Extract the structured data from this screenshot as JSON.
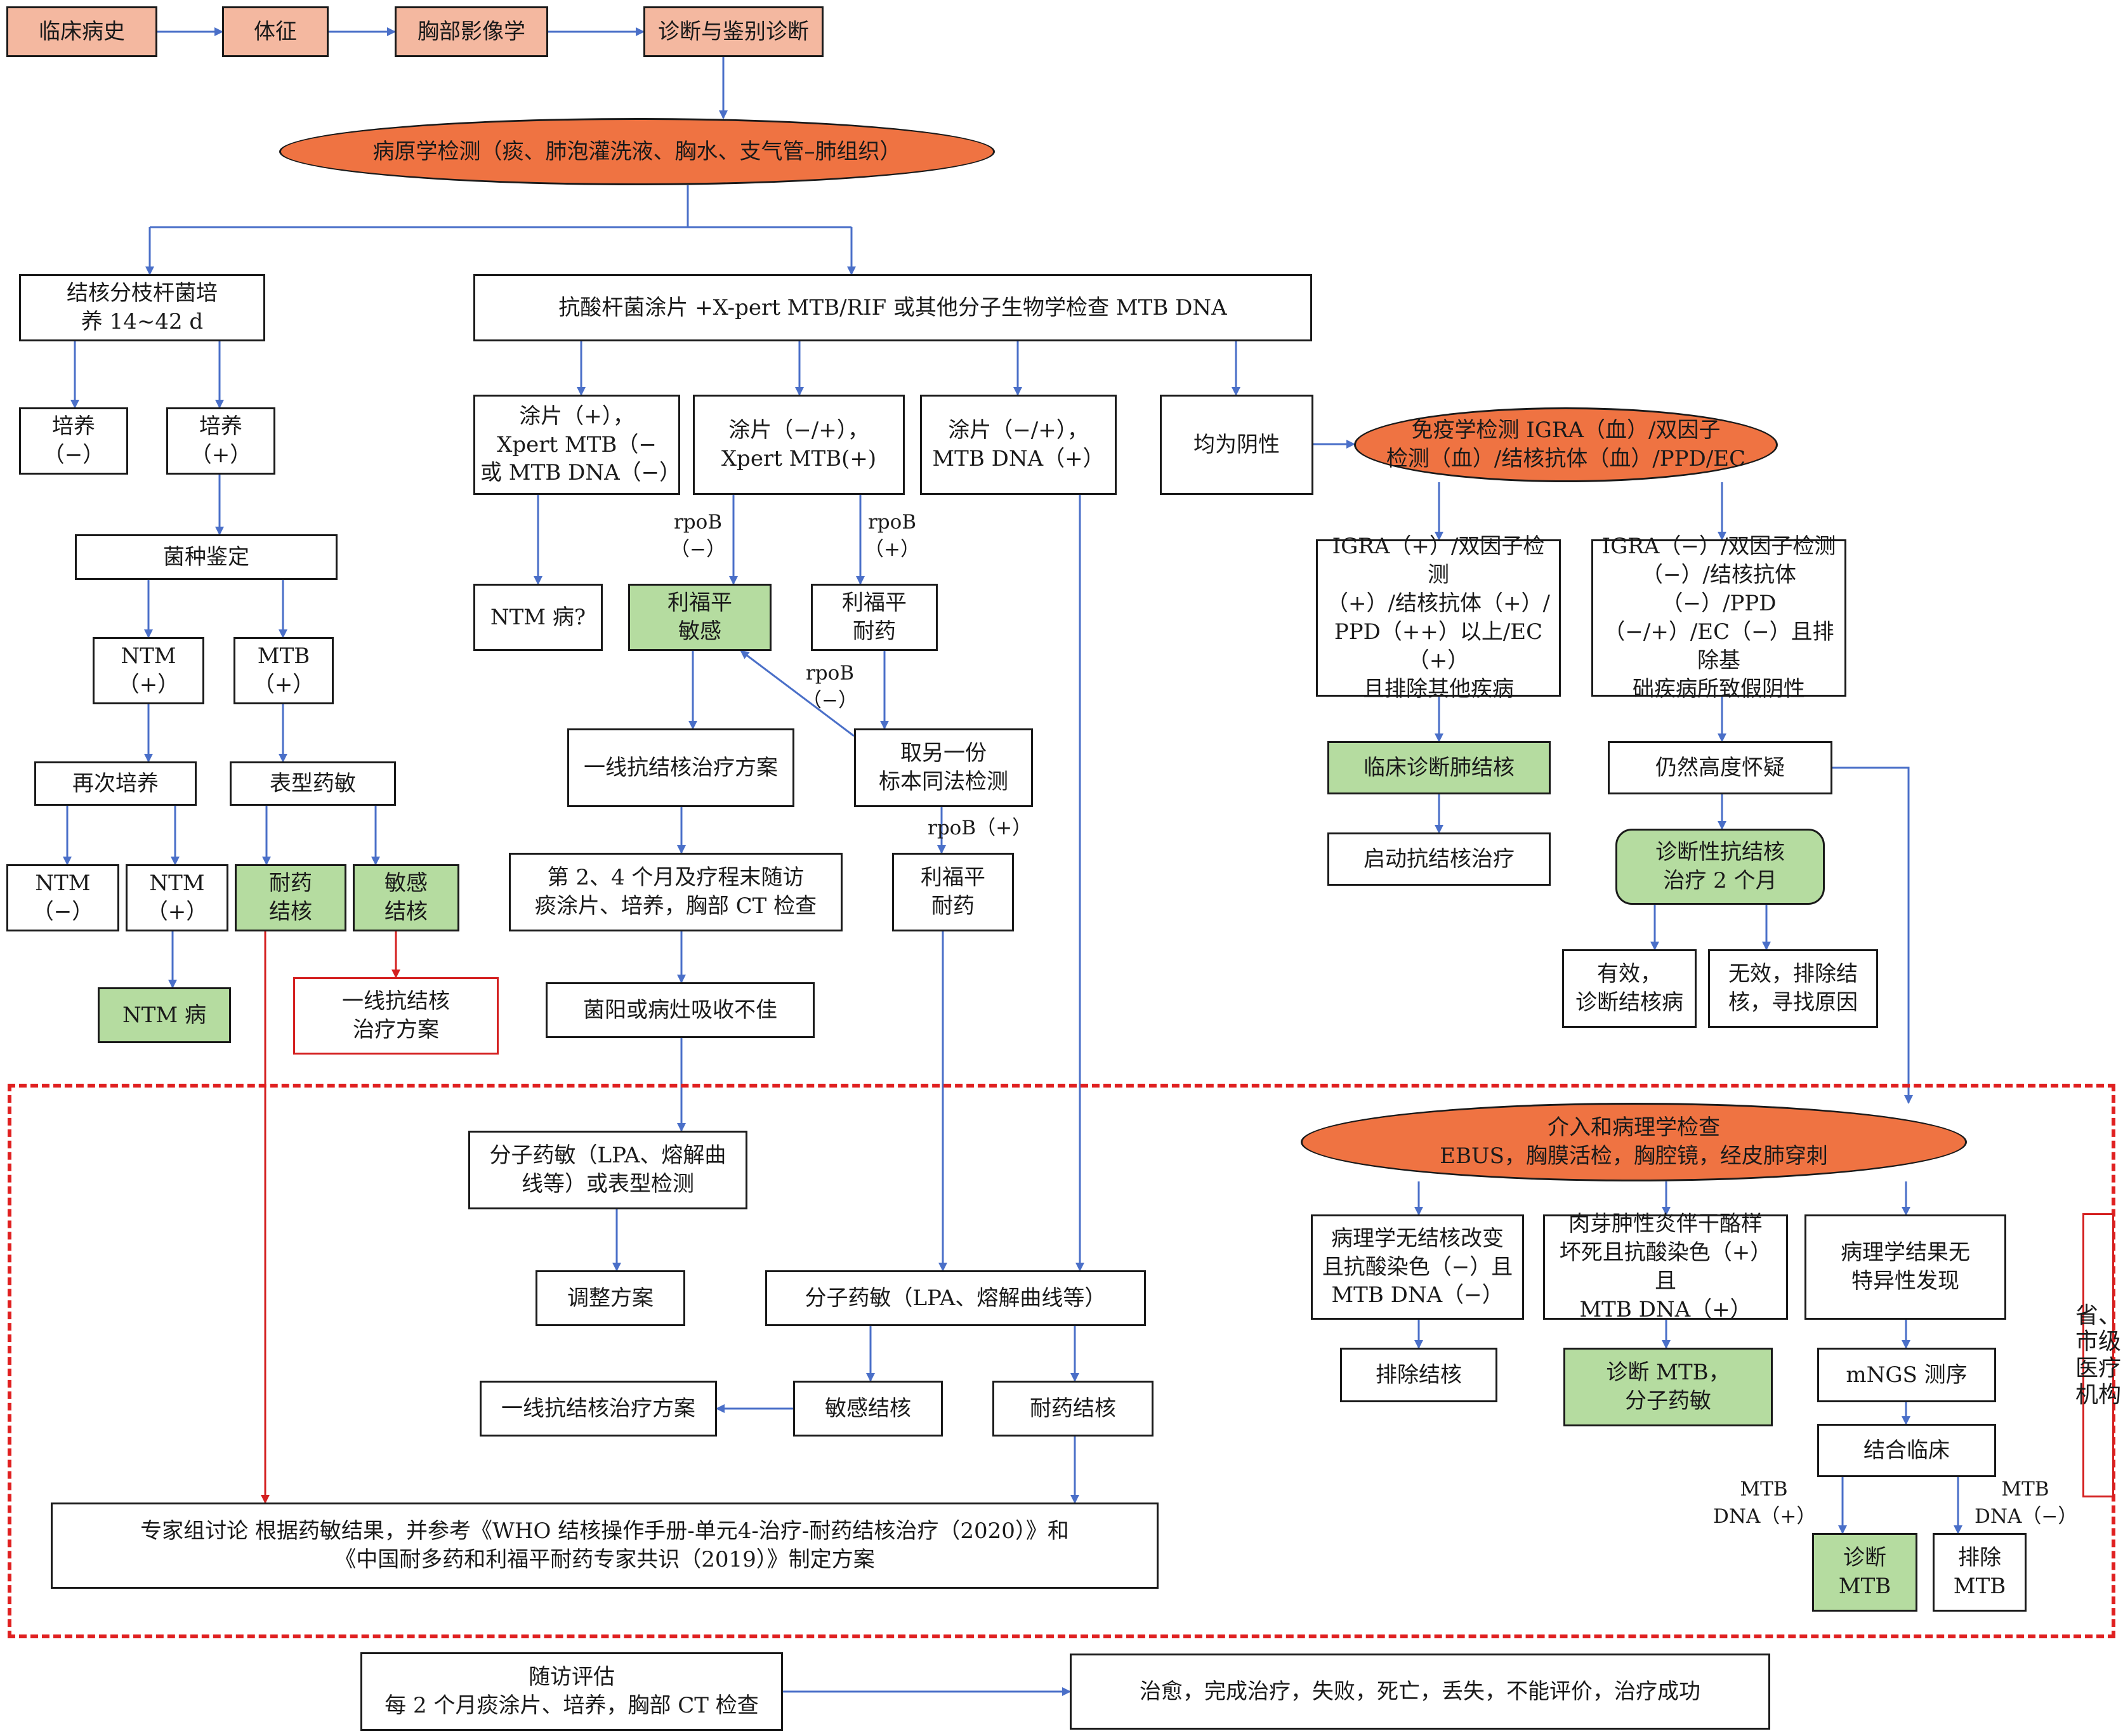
{
  "nodes": {
    "history": "临床病史",
    "signs": "体征",
    "imaging": "胸部影像学",
    "diagnosis": "诊断与鉴别诊断",
    "pathogen": "病原学检测（痰、肺泡灌洗液、胸水、支气管–肺组织）",
    "culture": "结核分枝杆菌培\n养 14~42 d",
    "smear": "抗酸杆菌涂片 +X-pert MTB/RIF 或其他分子生物学检查 MTB DNA",
    "culture_neg": "培养\n（−）",
    "culture_pos": "培养\n（+）",
    "species_id": "菌种鉴定",
    "ntm_pos": "NTM\n（+）",
    "mtb_pos": "MTB\n（+）",
    "reculture": "再次培养",
    "phenotype_dst": "表型药敏",
    "ntm_neg2": "NTM\n（−）",
    "ntm_pos2": "NTM\n（+）",
    "resistant_tb_left": "耐药\n结核",
    "sensitive_tb_left": "敏感\n结核",
    "ntm_disease": "NTM 病",
    "first_line_left": "一线抗结核\n治疗方案",
    "smear_pos": "涂片（+），\nXpert MTB（−\n或 MTB DNA（−）",
    "smear_xpert_pos": "涂片（−/+），\nXpert MTB(+)",
    "smear_dna_pos": "涂片（−/+），\nMTB DNA（+）",
    "all_negative": "均为阴性",
    "ntm_question": "NTM 病?",
    "rif_sensitive": "利福平\n敏感",
    "rif_resistant": "利福平\n耐药",
    "first_line_mid": "一线抗结核治疗方案",
    "retest": "取另一份\n标本同法检测",
    "followup_mid": "第 2、4 个月及疗程末随访\n痰涂片、培养，胸部 CT 检查",
    "rif_resistant2": "利福平\n耐药",
    "poor_response": "菌阳或病灶吸收不佳",
    "immuno": "免疫学检测 IGRA（血）/双因子\n检测（血）/结核抗体（血）/PPD/EC",
    "igra_pos": "IGRA（+）/双因子检测\n（+）/结核抗体（+）/\nPPD（++）以上/EC（+）\n且排除其他疾病",
    "igra_neg": "IGRA（−）/双因子检测\n（−）/结核抗体（−）/PPD\n（−/+）/EC（−）且排除基\n础疾病所致假阴性",
    "clinical_dx": "临床诊断肺结核",
    "start_tx": "启动抗结核治疗",
    "still_suspect": "仍然高度怀疑",
    "diag_tx": "诊断性抗结核\n治疗 2 个月",
    "effective": "有效，\n诊断结核病",
    "ineffective": "无效，排除结\n核，寻找原因",
    "interventional": "介入和病理学检查\nEBUS，胸膜活检，胸腔镜，经皮肺穿刺",
    "mol_dst": "分子药敏（LPA、熔解曲\n线等）或表型检测",
    "adjust": "调整方案",
    "mol_dst2": "分子药敏（LPA、熔解曲线等）",
    "first_line_low": "一线抗结核治疗方案",
    "sensitive_tb": "敏感结核",
    "resistant_tb": "耐药结核",
    "expert": "专家组讨论    根据药敏结果，并参考《WHO 结核操作手册-单元4-治疗-耐药结核治疗（2020）》和\n《中国耐多药和利福平耐药专家共识（2019）》制定方案",
    "path_no_tb": "病理学无结核改变\n且抗酸染色（−）且\nMTB DNA（−）",
    "path_granuloma": "肉芽肿性炎伴干酪样\n坏死且抗酸染色（+）且\nMTB DNA（+）",
    "path_nonspecific": "病理学结果无\n特异性发现",
    "exclude_tb": "排除结核",
    "dx_mtb_dst": "诊断 MTB，\n分子药敏",
    "mngs": "mNGS 测序",
    "combine_clinical": "结合临床",
    "dx_mtb": "诊断\nMTB",
    "exclude_mtb": "排除\nMTB",
    "followup_eval": "随访评估\n每 2 个月痰涂片、培养，胸部 CT 检查",
    "outcomes": "治愈，完成治疗，失败，死亡，丢失，不能评价，治疗成功"
  },
  "labels": {
    "rpob_neg": "rpoB\n（−）",
    "rpob_pos": "rpoB\n（+）",
    "rpob_neg2": "rpoB\n（−）",
    "rpob_pos2": "rpoB（+）",
    "mtb_dna_pos": "MTB\nDNA（+）",
    "mtb_dna_neg": "MTB\nDNA（−）"
  },
  "region_label": "省、市级医疗机构",
  "colors": {
    "header_fill": "#f4b8a0",
    "ellipse_fill": "#ef7342",
    "green_fill": "#b5dca0",
    "arrow_blue": "#4a6fc8",
    "arrow_red": "#d42020",
    "dashed_border": "#e02020"
  }
}
